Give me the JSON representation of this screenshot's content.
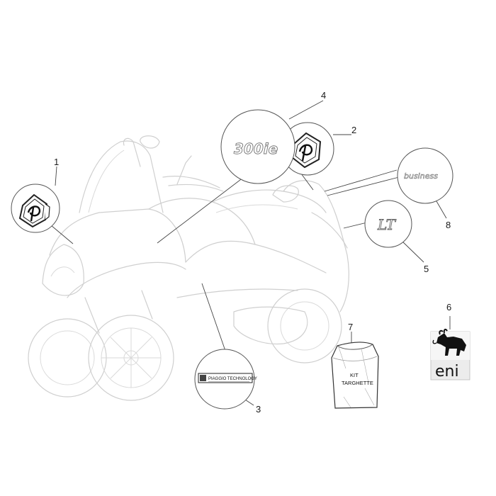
{
  "callouts": [
    {
      "number": "1",
      "part": "piaggio-emblem"
    },
    {
      "number": "2",
      "part": "piaggio-emblem"
    },
    {
      "number": "3",
      "part": "technology-label"
    },
    {
      "number": "4",
      "part": "300ie-decal"
    },
    {
      "number": "5",
      "part": "lt-decal"
    },
    {
      "number": "6",
      "part": "eni-sticker"
    },
    {
      "number": "7",
      "part": "badge-kit"
    },
    {
      "number": "8",
      "part": "business-decal"
    }
  ],
  "labels": {
    "technology_label": "PIAGGIO TECHNOLOGY",
    "decal_300": "300ie",
    "decal_lt": "LT",
    "decal_business": "business",
    "kit_line1": "KIT",
    "kit_line2": "TARGHETTE",
    "eni_brand": "eni"
  },
  "colors": {
    "ghost_line": "#cfcfcf",
    "leader_line": "#444444",
    "eni_yellow": "#f2d21a"
  },
  "icons": [
    "piaggio-logo-icon",
    "eni-dog-icon"
  ]
}
